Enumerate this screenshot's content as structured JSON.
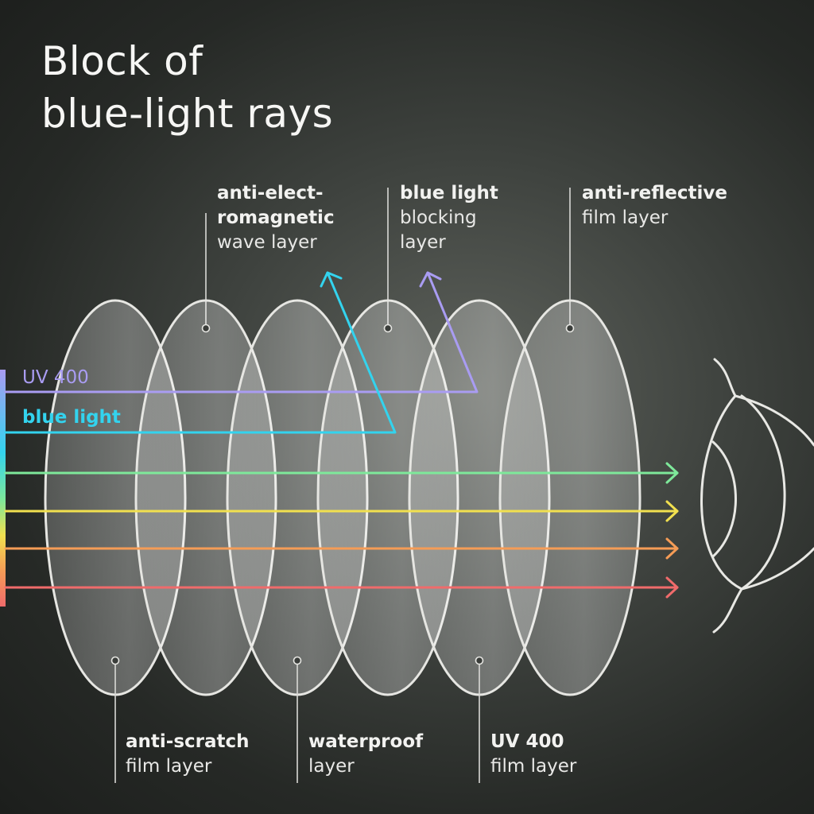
{
  "title": {
    "line1": "Block of",
    "line2": "blue-light rays"
  },
  "layers_top": [
    {
      "bold": "anti-elect-",
      "bold2": "romagnetic",
      "regular": "wave layer"
    },
    {
      "bold": "blue light",
      "regular1": "blocking",
      "regular2": "layer"
    },
    {
      "bold": "anti-reflective",
      "regular": "film layer"
    }
  ],
  "layers_bottom": [
    {
      "bold": "anti-scratch",
      "regular": "film layer"
    },
    {
      "bold": "waterproof",
      "regular": "layer"
    },
    {
      "bold": "UV 400",
      "regular": "film layer"
    }
  ],
  "rays": [
    {
      "label": "UV 400",
      "color": "#a99cf2",
      "outcome": "reflected"
    },
    {
      "label": "blue light",
      "color": "#33d3ee",
      "outcome": "reflected"
    },
    {
      "label": "",
      "color": "#7ee89a",
      "outcome": "passes"
    },
    {
      "label": "",
      "color": "#f1e04f",
      "outcome": "passes"
    },
    {
      "label": "",
      "color": "#f59c56",
      "outcome": "passes"
    },
    {
      "label": "",
      "color": "#f06b6b",
      "outcome": "passes"
    }
  ],
  "colors": {
    "background": "#2b2e2b",
    "lens_outline": "#e6e6e2",
    "text": "#f6f6f4"
  },
  "icons": [
    "lens-icon",
    "eye-icon",
    "arrow-icon"
  ]
}
